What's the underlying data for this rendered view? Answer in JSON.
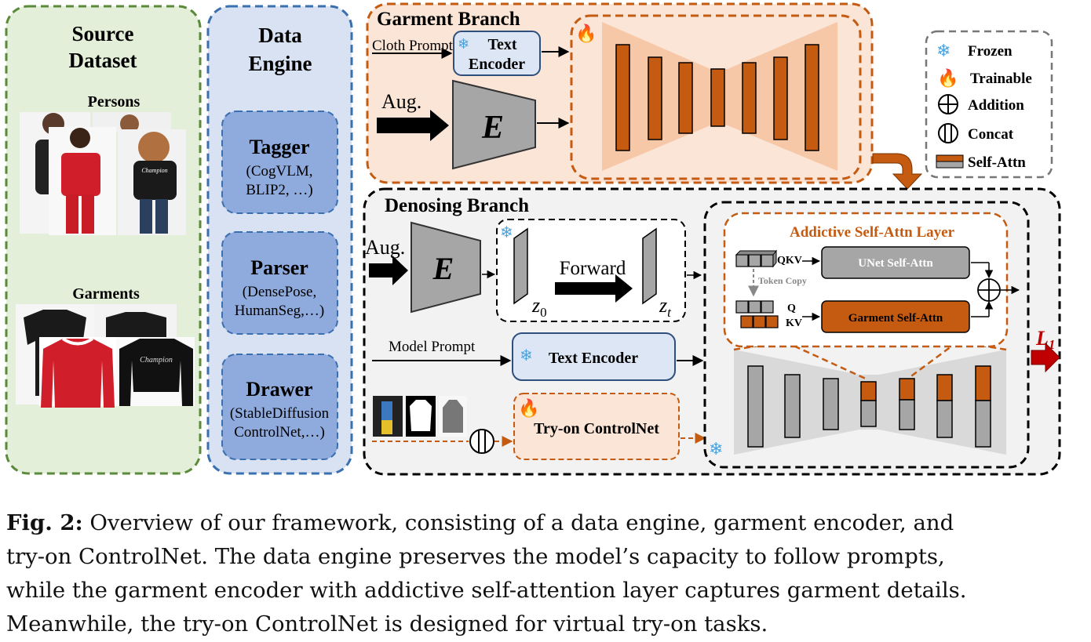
{
  "source_dataset": {
    "title_line1": "Source",
    "title_line2": "Dataset",
    "persons_label": "Persons",
    "garments_label": "Garments"
  },
  "data_engine": {
    "title_line1": "Data",
    "title_line2": "Engine",
    "tagger": {
      "title": "Tagger",
      "line1": "(CogVLM,",
      "line2": "BLIP2, …)"
    },
    "parser": {
      "title": "Parser",
      "line1": "(DensePose,",
      "line2": "HumanSeg,…)"
    },
    "drawer": {
      "title": "Drawer",
      "line1": "(StableDiffusion",
      "line2": "ControlNet,…)"
    }
  },
  "garment_branch": {
    "title": "Garment Branch",
    "cloth_prompt": "Cloth Prompt",
    "text_encoder_line1": "Text",
    "text_encoder_line2": "Encoder",
    "aug": "Aug.",
    "encoder": "E"
  },
  "legend": {
    "frozen": "Frozen",
    "trainable": "Trainable",
    "addition": "Addition",
    "concat": "Concat",
    "self_attn": "Self-Attn"
  },
  "denoising_branch": {
    "title": "Denosing Branch",
    "aug": "Aug.",
    "encoder": "E",
    "forward": "Forward",
    "z0_base": "z",
    "z0_sub": "0",
    "zt_base": "z",
    "zt_sub": "t",
    "model_prompt": "Model Prompt",
    "text_encoder": "Text Encoder",
    "tryon_controlnet": "Try-on ControlNet",
    "loss_base": "L",
    "loss_sub": "1"
  },
  "addictive_layer": {
    "title": "Addictive Self-Attn Layer",
    "qkv": "QKV",
    "token_copy": "Token Copy",
    "q": "Q",
    "kv": "KV",
    "unet_self_attn": "UNet Self-Attn",
    "garment_self_attn": "Garment Self-Attn"
  },
  "caption": {
    "fig_label": "Fig. 2:",
    "line1": " Overview of our framework, consisting of a data engine, garment encoder, and",
    "line2": "try-on ControlNet. The data engine preserves the model’s capacity to follow prompts,",
    "line3": "while the garment encoder with addictive self-attention layer captures garment details.",
    "line4": "Meanwhile, the try-on ControlNet is designed for virtual try-on tasks."
  },
  "colors": {
    "source_bg": "#e4efd9",
    "source_border": "#5a8a3a",
    "engine_bg": "#d9e2f3",
    "engine_border": "#3a6fb0",
    "engine_box": "#8faadc",
    "garment_bg": "#fbe5d6",
    "accent_orange": "#c55a11",
    "denoise_bg": "#f2f2f2",
    "gray_block": "#a6a6a6",
    "loss_red": "#c00000"
  }
}
